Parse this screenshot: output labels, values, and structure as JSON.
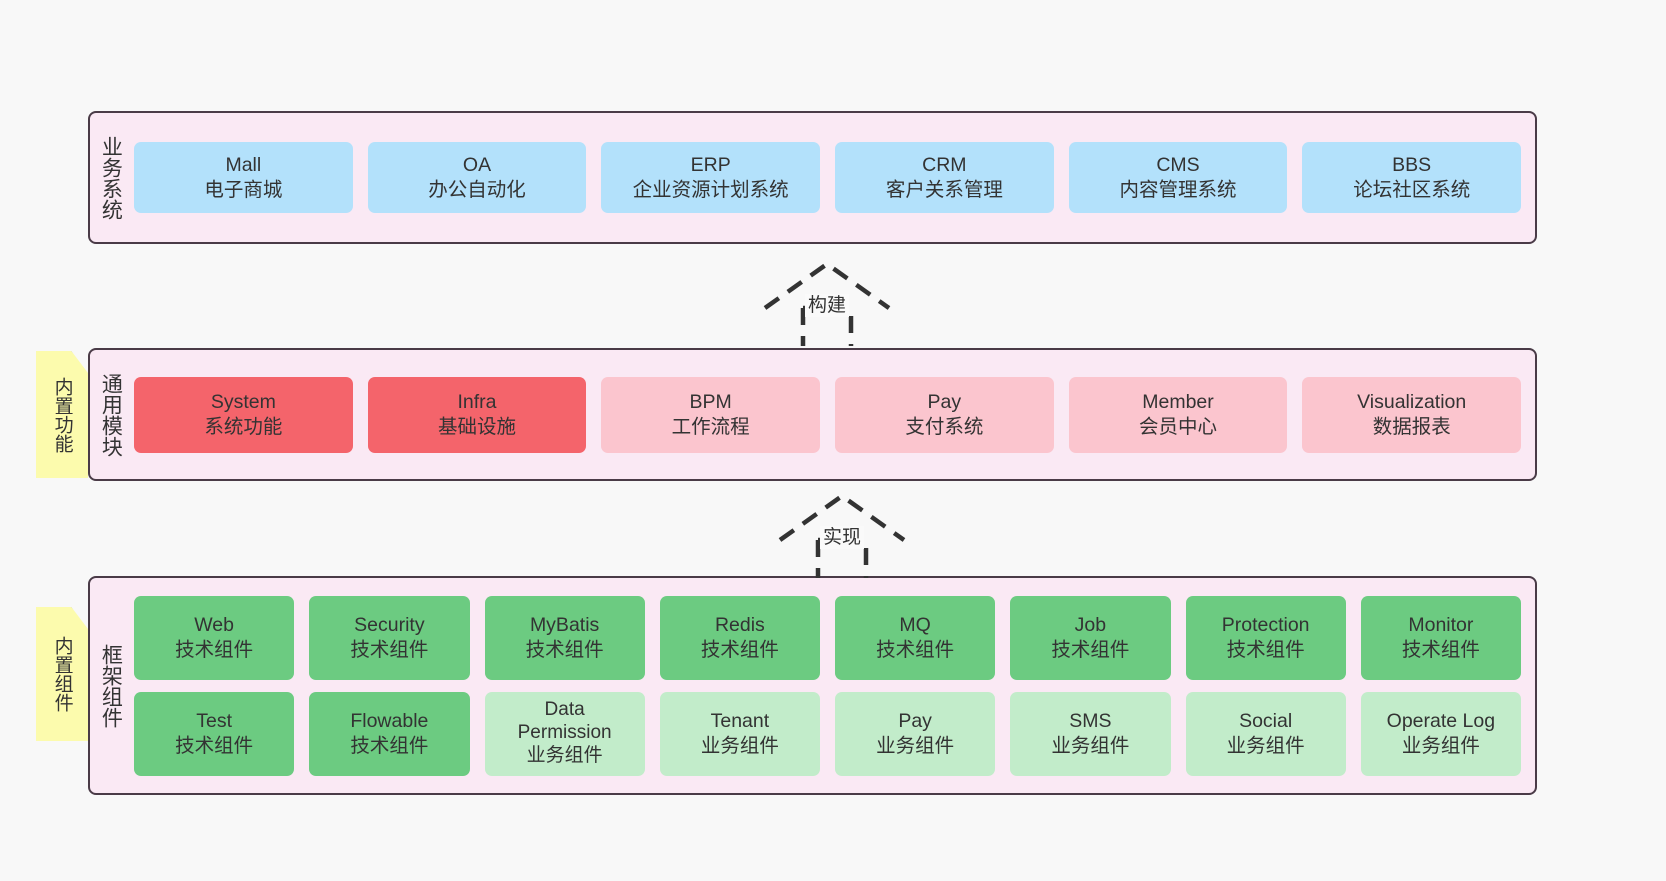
{
  "diagram": {
    "background_color": "#f8f8f8",
    "band_fill": "#fae9f4",
    "band_border": "#4a3b47",
    "note_fill": "#fcfbad",
    "note_fold": "#cccccc"
  },
  "bands": {
    "business": {
      "label": "业务系统",
      "cell_color": "#b3e1fb",
      "cells": [
        {
          "title": "Mall",
          "subtitle": "电子商城"
        },
        {
          "title": "OA",
          "subtitle": "办公自动化"
        },
        {
          "title": "ERP",
          "subtitle": "企业资源计划系统"
        },
        {
          "title": "CRM",
          "subtitle": "客户关系管理"
        },
        {
          "title": "CMS",
          "subtitle": "内容管理系统"
        },
        {
          "title": "BBS",
          "subtitle": "论坛社区系统"
        }
      ]
    },
    "common": {
      "label": "通用模块",
      "cell_color_strong": "#f4646b",
      "cell_color_light": "#fbc5ce",
      "cells": [
        {
          "title": "System",
          "subtitle": "系统功能",
          "color": "#f4646b"
        },
        {
          "title": "Infra",
          "subtitle": "基础设施",
          "color": "#f4646b"
        },
        {
          "title": "BPM",
          "subtitle": "工作流程",
          "color": "#fbc5ce"
        },
        {
          "title": "Pay",
          "subtitle": "支付系统",
          "color": "#fbc5ce"
        },
        {
          "title": "Member",
          "subtitle": "会员中心",
          "color": "#fbc5ce"
        },
        {
          "title": "Visualization",
          "subtitle": "数据报表",
          "color": "#fbc5ce"
        }
      ]
    },
    "framework": {
      "label": "框架组件",
      "cell_color_tech": "#6ccb81",
      "cell_color_biz": "#c2ecca",
      "row_tech": [
        {
          "title": "Web",
          "subtitle": "技术组件",
          "color": "#6ccb81"
        },
        {
          "title": "Security",
          "subtitle": "技术组件",
          "color": "#6ccb81"
        },
        {
          "title": "MyBatis",
          "subtitle": "技术组件",
          "color": "#6ccb81"
        },
        {
          "title": "Redis",
          "subtitle": "技术组件",
          "color": "#6ccb81"
        },
        {
          "title": "MQ",
          "subtitle": "技术组件",
          "color": "#6ccb81"
        },
        {
          "title": "Job",
          "subtitle": "技术组件",
          "color": "#6ccb81"
        },
        {
          "title": "Protection",
          "subtitle": "技术组件",
          "color": "#6ccb81"
        },
        {
          "title": "Monitor",
          "subtitle": "技术组件",
          "color": "#6ccb81"
        }
      ],
      "row_biz": [
        {
          "title": "Test",
          "subtitle": "技术组件",
          "color": "#6ccb81"
        },
        {
          "title": "Flowable",
          "subtitle": "技术组件",
          "color": "#6ccb81"
        },
        {
          "title": "Data\nPermission",
          "subtitle": "业务组件",
          "color": "#c2ecca"
        },
        {
          "title": "Tenant",
          "subtitle": "业务组件",
          "color": "#c2ecca"
        },
        {
          "title": "Pay",
          "subtitle": "业务组件",
          "color": "#c2ecca"
        },
        {
          "title": "SMS",
          "subtitle": "业务组件",
          "color": "#c2ecca"
        },
        {
          "title": "Social",
          "subtitle": "业务组件",
          "color": "#c2ecca"
        },
        {
          "title": "Operate Log",
          "subtitle": "业务组件",
          "color": "#c2ecca"
        }
      ]
    }
  },
  "notes": [
    {
      "label": "内置功能"
    },
    {
      "label": "内置组件"
    }
  ],
  "arrows": [
    {
      "label": "构建",
      "style": "dashed-generalization",
      "direction": "up"
    },
    {
      "label": "实现",
      "style": "dashed-generalization",
      "direction": "up"
    }
  ]
}
